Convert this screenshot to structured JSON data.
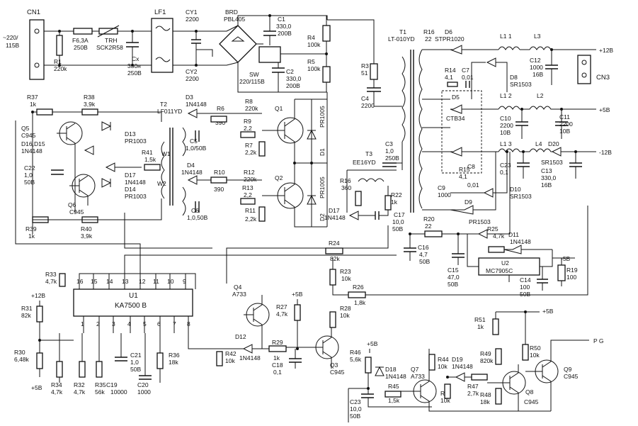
{
  "input": {
    "voltage_a": "~220/",
    "voltage_b": "115B"
  },
  "connectors": [
    {
      "id": "cn1",
      "label": "CN1"
    },
    {
      "id": "cn3",
      "label": "CN3"
    }
  ],
  "components": [
    {
      "id": "r1",
      "lines": [
        "R1",
        "220k"
      ]
    },
    {
      "id": "f1",
      "lines": [
        "F6,3A",
        "250B"
      ]
    },
    {
      "id": "trh",
      "lines": [
        "TRH",
        "SCK2R58"
      ]
    },
    {
      "id": "cx",
      "lines": [
        "Cx",
        "330н",
        "250B"
      ]
    },
    {
      "id": "lf1",
      "lines": [
        "LF1"
      ]
    },
    {
      "id": "cy1",
      "lines": [
        "CY1",
        "2200"
      ]
    },
    {
      "id": "cy2",
      "lines": [
        "CY2",
        "2200"
      ]
    },
    {
      "id": "brd",
      "lines": [
        "BRD",
        "PBL405"
      ]
    },
    {
      "id": "c1",
      "lines": [
        "C1",
        "330,0",
        "200B"
      ]
    },
    {
      "id": "r4",
      "lines": [
        "R4",
        "100k"
      ]
    },
    {
      "id": "r5",
      "lines": [
        "R5",
        "100k"
      ]
    },
    {
      "id": "c2",
      "lines": [
        "C2",
        "330,0",
        "200B"
      ]
    },
    {
      "id": "sw",
      "lines": [
        "SW",
        "220/115B"
      ]
    },
    {
      "id": "r3",
      "lines": [
        "R3",
        "51"
      ]
    },
    {
      "id": "c4",
      "lines": [
        "C4",
        "2200"
      ]
    },
    {
      "id": "t1",
      "lines": [
        "T1",
        "LT-010YD"
      ]
    },
    {
      "id": "r16a",
      "lines": [
        "R16",
        "22"
      ]
    },
    {
      "id": "d6",
      "lines": [
        "D6",
        "STPR1020"
      ]
    },
    {
      "id": "l11",
      "lines": [
        "L1 1"
      ]
    },
    {
      "id": "l3",
      "lines": [
        "L3"
      ]
    },
    {
      "id": "c12",
      "lines": [
        "C12",
        "1000",
        "16B"
      ]
    },
    {
      "id": "r14",
      "lines": [
        "R14",
        "4,1"
      ]
    },
    {
      "id": "c7",
      "lines": [
        "C7",
        "0,01"
      ]
    },
    {
      "id": "d8",
      "lines": [
        "D8",
        "SR1503"
      ]
    },
    {
      "id": "d5",
      "lines": [
        "D5"
      ]
    },
    {
      "id": "ctb34",
      "lines": [
        "CTB34"
      ]
    },
    {
      "id": "l12",
      "lines": [
        "L1 2"
      ]
    },
    {
      "id": "l2",
      "lines": [
        "L2"
      ]
    },
    {
      "id": "c10",
      "lines": [
        "C10",
        "2200",
        "10B"
      ]
    },
    {
      "id": "c11",
      "lines": [
        "C11",
        "2200",
        "10B"
      ]
    },
    {
      "id": "l13",
      "lines": [
        "L1 3"
      ]
    },
    {
      "id": "l4",
      "lines": [
        "L4"
      ]
    },
    {
      "id": "d20",
      "lines": [
        "D20",
        "SR1503"
      ]
    },
    {
      "id": "c23",
      "lines": [
        "C23",
        "0,1"
      ]
    },
    {
      "id": "c13",
      "lines": [
        "C13",
        "330,0",
        "16B"
      ]
    },
    {
      "id": "r15",
      "lines": [
        "R15",
        "4,1"
      ]
    },
    {
      "id": "c8",
      "lines": [
        "C8",
        "0,01"
      ]
    },
    {
      "id": "c9",
      "lines": [
        "C9",
        "1000"
      ]
    },
    {
      "id": "d10",
      "lines": [
        "D10",
        "SR1503"
      ]
    },
    {
      "id": "d9",
      "lines": [
        "D9",
        "PR1503"
      ]
    },
    {
      "id": "r20",
      "lines": [
        "R20",
        "22"
      ]
    },
    {
      "id": "r25",
      "lines": [
        "R25",
        "4,7k"
      ]
    },
    {
      "id": "d11",
      "lines": [
        "D11",
        "1N4148"
      ]
    },
    {
      "id": "u2",
      "lines": [
        "U2",
        "MC7905C"
      ]
    },
    {
      "id": "r19",
      "lines": [
        "R19",
        "100"
      ]
    },
    {
      "id": "c14",
      "lines": [
        "C14",
        "100",
        "50B"
      ]
    },
    {
      "id": "c16",
      "lines": [
        "C16",
        "4,7",
        "50B"
      ]
    },
    {
      "id": "c15",
      "lines": [
        "C15",
        "47,0",
        "50B"
      ]
    },
    {
      "id": "r37",
      "lines": [
        "R37",
        "1k"
      ]
    },
    {
      "id": "r38",
      "lines": [
        "R38",
        "3,9k"
      ]
    },
    {
      "id": "q5",
      "lines": [
        "Q5",
        "C945"
      ]
    },
    {
      "id": "d1615",
      "lines": [
        "D16,D15",
        "1N4148"
      ]
    },
    {
      "id": "d13",
      "lines": [
        "D13",
        "PR1003"
      ]
    },
    {
      "id": "c22",
      "lines": [
        "C22",
        "1,0",
        "50B"
      ]
    },
    {
      "id": "q6",
      "lines": [
        "Q6",
        "C945"
      ]
    },
    {
      "id": "d17a",
      "lines": [
        "D17",
        "1N4148"
      ]
    },
    {
      "id": "d14",
      "lines": [
        "D14",
        "PR1003"
      ]
    },
    {
      "id": "r41",
      "lines": [
        "R41",
        "1,5k"
      ]
    },
    {
      "id": "w1",
      "lines": [
        "W1"
      ]
    },
    {
      "id": "w2",
      "lines": [
        "W2"
      ]
    },
    {
      "id": "r39",
      "lines": [
        "R39",
        "1k"
      ]
    },
    {
      "id": "r40",
      "lines": [
        "R40",
        "3,9k"
      ]
    },
    {
      "id": "t2",
      "lines": [
        "T2",
        "LF011YD"
      ]
    },
    {
      "id": "d3",
      "lines": [
        "D3",
        "1N4148"
      ]
    },
    {
      "id": "r6",
      "lines": [
        "R6",
        "390"
      ]
    },
    {
      "id": "c5",
      "lines": [
        "C5",
        "1,0/50B"
      ]
    },
    {
      "id": "r9",
      "lines": [
        "R9",
        "2,2"
      ]
    },
    {
      "id": "r7",
      "lines": [
        "R7",
        "2,2k"
      ]
    },
    {
      "id": "r8",
      "lines": [
        "R8",
        "220k"
      ]
    },
    {
      "id": "q1",
      "lines": [
        "Q1"
      ]
    },
    {
      "id": "d1",
      "lines": [
        "D1",
        "PR1005"
      ]
    },
    {
      "id": "d4",
      "lines": [
        "D4",
        "1N4148"
      ]
    },
    {
      "id": "r10",
      "lines": [
        "R10",
        "390"
      ]
    },
    {
      "id": "r12",
      "lines": [
        "R12",
        "220k"
      ]
    },
    {
      "id": "r13",
      "lines": [
        "R13",
        "2,2"
      ]
    },
    {
      "id": "q2",
      "lines": [
        "Q2"
      ]
    },
    {
      "id": "c6",
      "lines": [
        "C6",
        "1,0,50B"
      ]
    },
    {
      "id": "r11",
      "lines": [
        "R11",
        "2,2k"
      ]
    },
    {
      "id": "d2",
      "lines": [
        "D2",
        "PR1005"
      ]
    },
    {
      "id": "c3",
      "lines": [
        "C3",
        "1,0",
        "250B"
      ]
    },
    {
      "id": "t3",
      "lines": [
        "T3",
        "EE16YD"
      ]
    },
    {
      "id": "r16b",
      "lines": [
        "R16",
        "360"
      ]
    },
    {
      "id": "r22",
      "lines": [
        "R22",
        "1k"
      ]
    },
    {
      "id": "d17b",
      "lines": [
        "D17",
        "1N4148"
      ]
    },
    {
      "id": "c17",
      "lines": [
        "C17",
        "10,0",
        "50B"
      ]
    },
    {
      "id": "r24",
      "lines": [
        "R24",
        "82k"
      ]
    },
    {
      "id": "r23",
      "lines": [
        "R23",
        "10k"
      ]
    },
    {
      "id": "r26",
      "lines": [
        "R26",
        "1,8k"
      ]
    },
    {
      "id": "q4",
      "lines": [
        "Q4",
        "A733"
      ]
    },
    {
      "id": "r27",
      "lines": [
        "R27",
        "4,7k"
      ]
    },
    {
      "id": "r28",
      "lines": [
        "R28",
        "10k"
      ]
    },
    {
      "id": "r29",
      "lines": [
        "R29",
        "1k"
      ]
    },
    {
      "id": "c18",
      "lines": [
        "C18",
        "0,1"
      ]
    },
    {
      "id": "q3",
      "lines": [
        "Q3",
        "C945"
      ]
    },
    {
      "id": "d12",
      "lines": [
        "D12",
        "1N4148"
      ]
    },
    {
      "id": "r42",
      "lines": [
        "R42",
        "10k"
      ]
    },
    {
      "id": "r36",
      "lines": [
        "R36",
        "18k"
      ]
    },
    {
      "id": "c20",
      "lines": [
        "C20",
        "1000"
      ]
    },
    {
      "id": "c19",
      "lines": [
        "C19",
        "10000"
      ]
    },
    {
      "id": "c21",
      "lines": [
        "C21",
        "1,0",
        "50B"
      ]
    },
    {
      "id": "r35",
      "lines": [
        "R35",
        "56k"
      ]
    },
    {
      "id": "r32",
      "lines": [
        "R32",
        "4,7k"
      ]
    },
    {
      "id": "r34",
      "lines": [
        "R34",
        "4,7k"
      ]
    },
    {
      "id": "r33",
      "lines": [
        "R33",
        "4,7k"
      ]
    },
    {
      "id": "r31",
      "lines": [
        "R31",
        "82k"
      ]
    },
    {
      "id": "r30",
      "lines": [
        "R30",
        "6,48k"
      ]
    },
    {
      "id": "r46",
      "lines": [
        "R46",
        "5,6k"
      ]
    },
    {
      "id": "d18",
      "lines": [
        "D18",
        "1N4148"
      ]
    },
    {
      "id": "r45",
      "lines": [
        "R45",
        "1,5k"
      ]
    },
    {
      "id": "c23b",
      "lines": [
        "C23",
        "10,0",
        "50B"
      ]
    },
    {
      "id": "q7",
      "lines": [
        "Q7",
        "A733"
      ]
    },
    {
      "id": "r44",
      "lines": [
        "R44",
        "10k"
      ]
    },
    {
      "id": "r2",
      "lines": [
        "R2",
        "10k"
      ]
    },
    {
      "id": "d19",
      "lines": [
        "D19",
        "1N4148"
      ]
    },
    {
      "id": "r47",
      "lines": [
        "R47",
        "2,7k"
      ]
    },
    {
      "id": "r48",
      "lines": [
        "R48",
        "18k"
      ]
    },
    {
      "id": "r49",
      "lines": [
        "R49",
        "820k"
      ]
    },
    {
      "id": "r50",
      "lines": [
        "R50",
        "10k"
      ]
    },
    {
      "id": "r51",
      "lines": [
        "R51",
        "1k"
      ]
    },
    {
      "id": "q8",
      "lines": [
        "Q8",
        "C945"
      ]
    },
    {
      "id": "q9",
      "lines": [
        "Q9",
        "C945"
      ]
    }
  ],
  "ic": {
    "name": "U1",
    "part": "KA7500 B",
    "pins_top": [
      "16",
      "15",
      "14",
      "13",
      "12",
      "11",
      "10",
      "9"
    ],
    "pins_bottom": [
      "1",
      "2",
      "3",
      "4",
      "5",
      "6",
      "7",
      "8"
    ]
  },
  "rails": {
    "plus12": "+12B",
    "plus5": "+5B",
    "minus12": "-12B",
    "minus5": "-5B",
    "plus12_in": "+12B",
    "plus5_ic": "+5B",
    "plus5_q3": "+5B",
    "plus5_q7": "+5B",
    "plus5_pg": "+5B",
    "pg": "P G"
  }
}
